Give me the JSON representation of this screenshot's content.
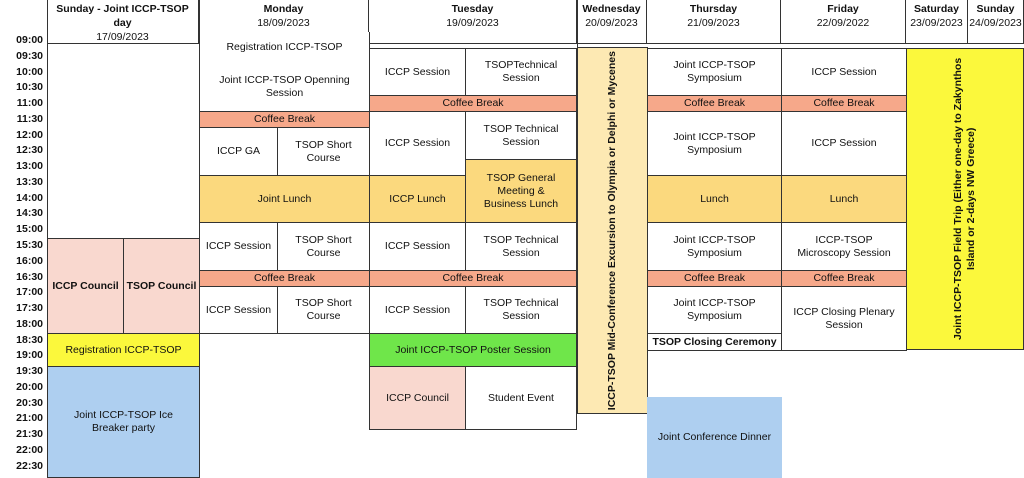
{
  "days": [
    {
      "name": "Sunday - Joint ICCP-TSOP day",
      "date": "17/09/2023"
    },
    {
      "name": "Monday",
      "date": "18/09/2023"
    },
    {
      "name": "Tuesday",
      "date": "19/09/2023"
    },
    {
      "name": "Wednesday",
      "date": "20/09/2023"
    },
    {
      "name": "Thursday",
      "date": "21/09/2023"
    },
    {
      "name": "Friday",
      "date": "22/09/2022"
    },
    {
      "name": "Saturday",
      "date": "23/09/2023"
    },
    {
      "name": "Sunday",
      "date": "24/09/2023"
    }
  ],
  "times": [
    "09:00",
    "09:30",
    "10:00",
    "10:30",
    "11:00",
    "11:30",
    "12:00",
    "12:30",
    "13:00",
    "13:30",
    "14:00",
    "14:30",
    "15:00",
    "15:30",
    "16:00",
    "16:30",
    "17:00",
    "17:30",
    "18:00",
    "18:30",
    "19:00",
    "19:30",
    "20:00",
    "20:30",
    "21:00",
    "21:30",
    "22:00",
    "22:30"
  ],
  "sessions": {
    "sun_council_iccp": "ICCP Council",
    "sun_council_tsop": "TSOP Council",
    "sun_registration": "Registration ICCP-TSOP",
    "sun_icebreaker": "Joint ICCP-TSOP Ice Breaker party",
    "mon_registration": "Registration ICCP-TSOP",
    "mon_opening": "Joint ICCP-TSOP Openning Session",
    "mon_coffee1": "Coffee Break",
    "mon_ga": "ICCP GA",
    "mon_short1": "TSOP Short Course",
    "mon_lunch": "Joint Lunch",
    "mon_iccp2": "ICCP Session",
    "mon_short2": "TSOP Short Course",
    "mon_coffee2": "Coffee Break",
    "mon_iccp3": "ICCP Session",
    "mon_short3": "TSOP Short Course",
    "tue_iccp1": "ICCP Session",
    "tue_tsop1": "TSOPTechnical Session",
    "tue_coffee1": "Coffee Break",
    "tue_iccp2": "ICCP Session",
    "tue_tsop2": "TSOP Technical Session",
    "tue_general": "TSOP General Meeting & Business Lunch",
    "tue_lunch": "ICCP Lunch",
    "tue_iccp3": "ICCP Session",
    "tue_tsop3": "TSOP Technical Session",
    "tue_coffee2": "Coffee Break",
    "tue_iccp4": "ICCP Session",
    "tue_tsop4": "TSOP Technical Session",
    "tue_poster": "Joint ICCP-TSOP Poster Session",
    "tue_council": "ICCP Council",
    "tue_student": "Student Event",
    "wed_excursion": "ICCP-TSOP Mid-Conference Excursion to Olympia or Delphi or Mycenes",
    "thu_sym1": "Joint ICCP-TSOP Symposium",
    "thu_coffee1": "Coffee Break",
    "thu_sym2": "Joint ICCP-TSOP Symposium",
    "thu_lunch": "Lunch",
    "thu_sym3": "Joint ICCP-TSOP Symposium",
    "thu_coffee2": "Coffee Break",
    "thu_sym4": "Joint ICCP-TSOP Symposium",
    "thu_closing": "TSOP Closing Ceremony",
    "thu_dinner": "Joint Conference Dinner",
    "fri_iccp1": "ICCP Session",
    "fri_coffee1": "Coffee Break",
    "fri_iccp2": "ICCP Session",
    "fri_lunch": "Lunch",
    "fri_micro": "ICCP-TSOP Microscopy Session",
    "fri_coffee2": "Coffee Break",
    "fri_closing": "ICCP Closing Plenary Session",
    "sat_fieldtrip": "Joint ICCP-TSOP Field Trip (Either one-day to Zakynthos Island or 2-days NW Greece)"
  },
  "colors": {
    "coffee": "#f6a88a",
    "lunch": "#fbd97e",
    "council": "#f9d8cf",
    "registration": "#fbf83c",
    "poster": "#6fe64a",
    "evening": "#aecff0",
    "excursion": "#fde9b3"
  }
}
